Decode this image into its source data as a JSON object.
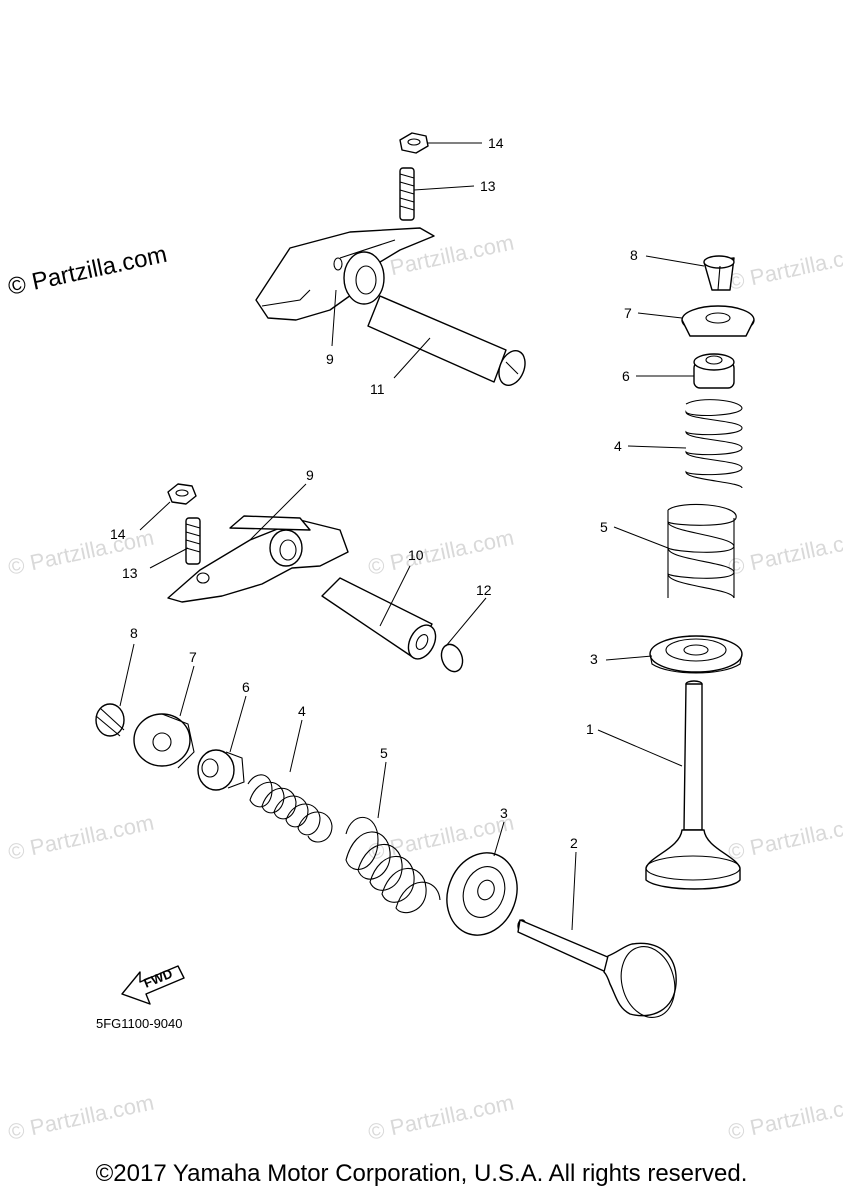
{
  "diagram_code": "5FG1100-9040",
  "fwd_label": "FWD",
  "copyright": "©2017 Yamaha Motor Corporation, U.S.A. All rights reserved.",
  "watermark_main": "© Partzilla.com",
  "watermark_faint": "© Partzilla.com",
  "callouts": {
    "c14a": "14",
    "c13a": "13",
    "c9a": "9",
    "c11": "11",
    "c9b": "9",
    "c14b": "14",
    "c13b": "13",
    "c10": "10",
    "c12": "12",
    "c8a": "8",
    "c7a": "7",
    "c6a": "6",
    "c4a": "4",
    "c5a": "5",
    "c3a": "3",
    "c2": "2",
    "c8b": "8",
    "c7b": "7",
    "c6b": "6",
    "c4b": "4",
    "c5b": "5",
    "c3b": "3",
    "c1": "1"
  }
}
